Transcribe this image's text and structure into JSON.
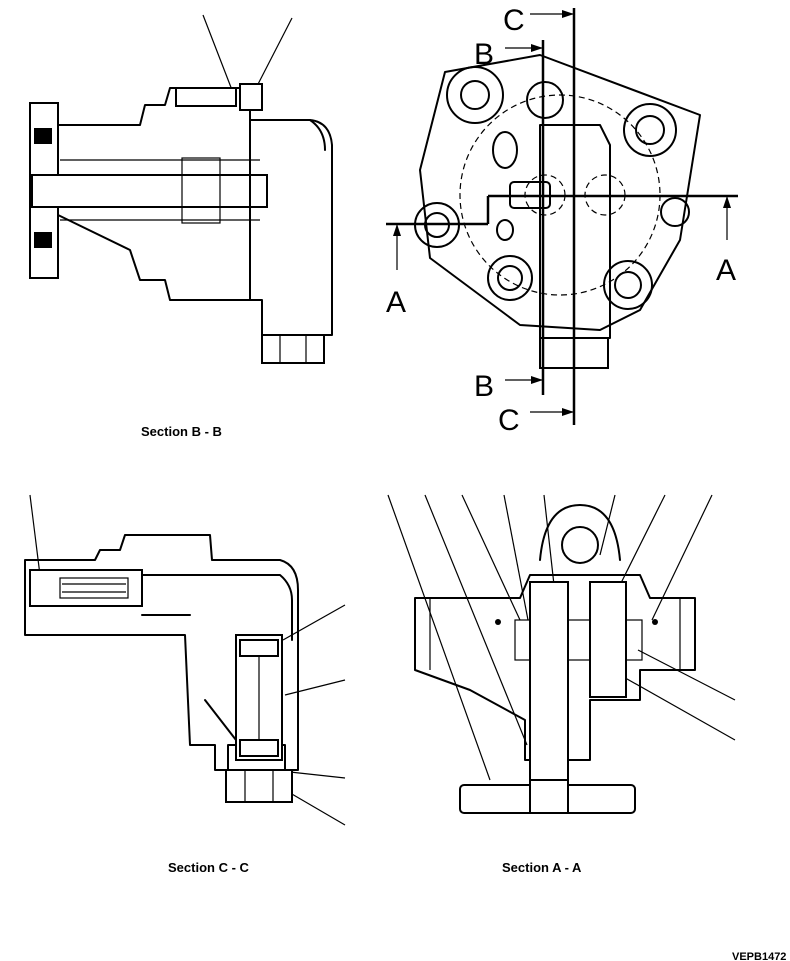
{
  "captions": {
    "section_bb": "Section B - B",
    "section_cc": "Section C - C",
    "section_aa": "Section A - A"
  },
  "cut_letters": {
    "c_top": "C",
    "b_top": "B",
    "a_left": "A",
    "a_right": "A",
    "b_bottom": "B",
    "c_bottom": "C"
  },
  "figure_code": "VEPB1472"
}
